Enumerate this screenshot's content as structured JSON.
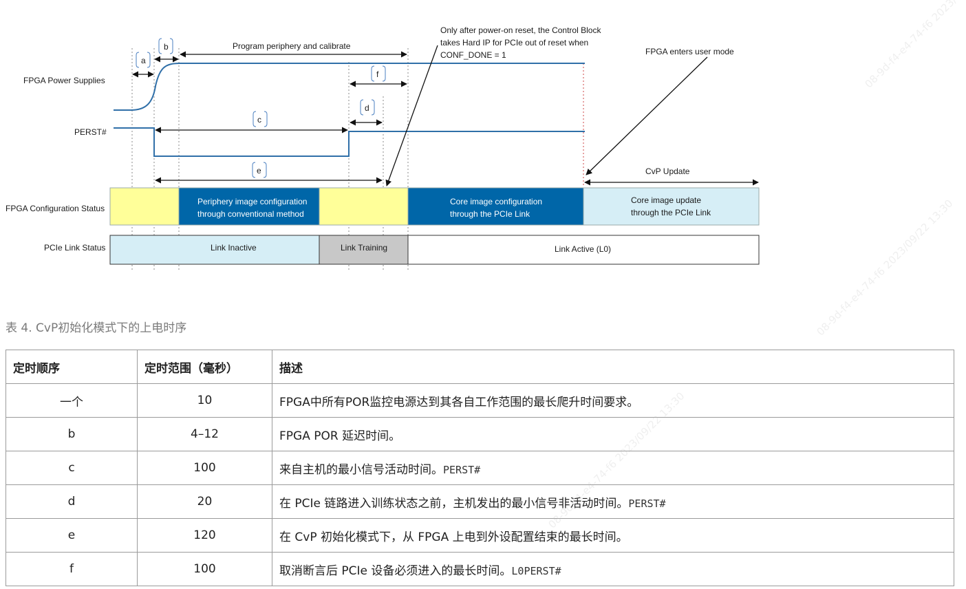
{
  "diagram": {
    "signals": {
      "power": "FPGA Power Supplies",
      "perst": "PERST#",
      "config_status": "FPGA Configuration Status",
      "link_status": "PCIe Link Status"
    },
    "timing_labels": {
      "a": "a",
      "b": "b",
      "c": "c",
      "d": "d",
      "e": "e",
      "f": "f"
    },
    "annotations": {
      "program": "Program periphery and calibrate",
      "control_block_1": "Only after power-on reset, the Control Block",
      "control_block_2": "takes Hard IP for PCIe out of reset when",
      "control_block_3": "CONF_DONE = 1",
      "user_mode": "FPGA enters user mode",
      "cvp_update": "CvP Update"
    },
    "config_blocks": {
      "periphery_1": "Periphery image configuration",
      "periphery_2": "through conventional method",
      "core_1": "Core image configuration",
      "core_2": "through the PCIe Link",
      "update_1": "Core image update",
      "update_2": "through the PCIe Link"
    },
    "link_blocks": {
      "inactive": "Link Inactive",
      "training": "Link Training",
      "active": "Link Active (L0)"
    },
    "colors": {
      "yellow": "#ffff99",
      "dark_blue": "#0066a8",
      "light_blue": "#d6eef6",
      "gray": "#c8c8c8",
      "wave": "#2f6fa8"
    }
  },
  "caption": "表 4. CvP初始化模式下的上电时序",
  "table": {
    "headers": [
      "定时顺序",
      "定时范围（毫秒）",
      "描述"
    ],
    "rows": [
      {
        "seq": "一个",
        "range": "10",
        "desc": "FPGA中所有POR监控电源达到其各自工作范围的最长爬升时间要求。",
        "code": ""
      },
      {
        "seq": "b",
        "range": "4–12",
        "desc": "FPGA POR 延迟时间。",
        "code": ""
      },
      {
        "seq": "c",
        "range": "100",
        "desc": "来自主机的最小信号活动时间。",
        "code": "PERST#"
      },
      {
        "seq": "d",
        "range": "20",
        "desc": "在 PCIe 链路进入训练状态之前，主机发出的最小信号非活动时间。",
        "code": "PERST#"
      },
      {
        "seq": "e",
        "range": "120",
        "desc": "在 CvP 初始化模式下，从 FPGA 上电到外设配置结束的最长时间。",
        "code": ""
      },
      {
        "seq": "f",
        "range": "100",
        "desc": "取消断言后 PCIe 设备必须进入的最长时间。",
        "code": "L0PERST#"
      }
    ]
  },
  "watermark": "08-9d-f4-e4-74-f6 2023/09/22 13:30"
}
